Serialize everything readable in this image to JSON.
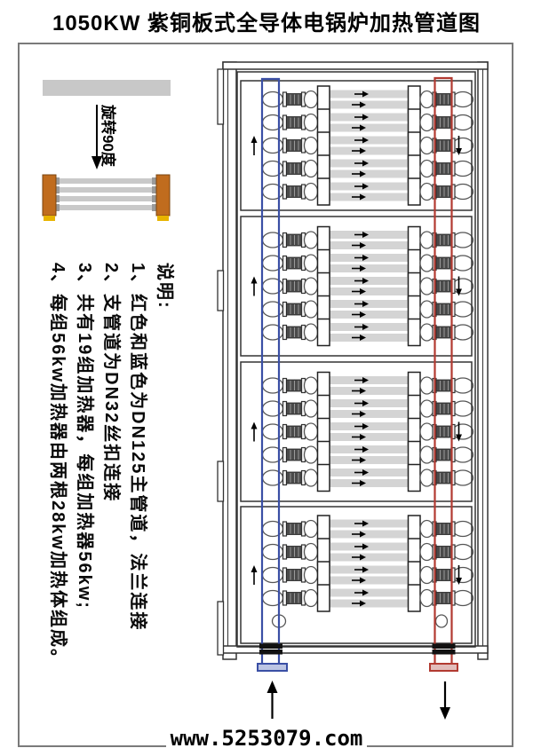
{
  "title": "1050KW 紫铜板式全导体电锅炉加热管道图",
  "legend": {
    "rotate_label": "旋转90度"
  },
  "notes": {
    "heading": "说明:",
    "items": [
      "1、红色和蓝色为DN125主管道，法兰连接",
      "2、支管道为DN32丝扣连接",
      "3、共有19组加热器，每组加热器56kw;",
      "4、每组56kw加热器由两根28kw加热体组成。"
    ]
  },
  "diagram": {
    "sections": 4,
    "rows_per_section": [
      5,
      5,
      5,
      4
    ],
    "heater_groups_total": 19,
    "spare_ports": 1,
    "flow": {
      "left_pipe": "up",
      "right_pipe": "down"
    },
    "colors": {
      "supply_pipe_blue": "#3A4FA5",
      "return_pipe_red": "#B23A31",
      "tube_gray": "#D4D4D4",
      "frame_line": "#333333",
      "element_body_orange": "#C06C1E",
      "element_foot_yellow": "#E8B400",
      "legend_bar_gray": "#C8C8C8"
    }
  },
  "watermark": "www.5253079.com"
}
